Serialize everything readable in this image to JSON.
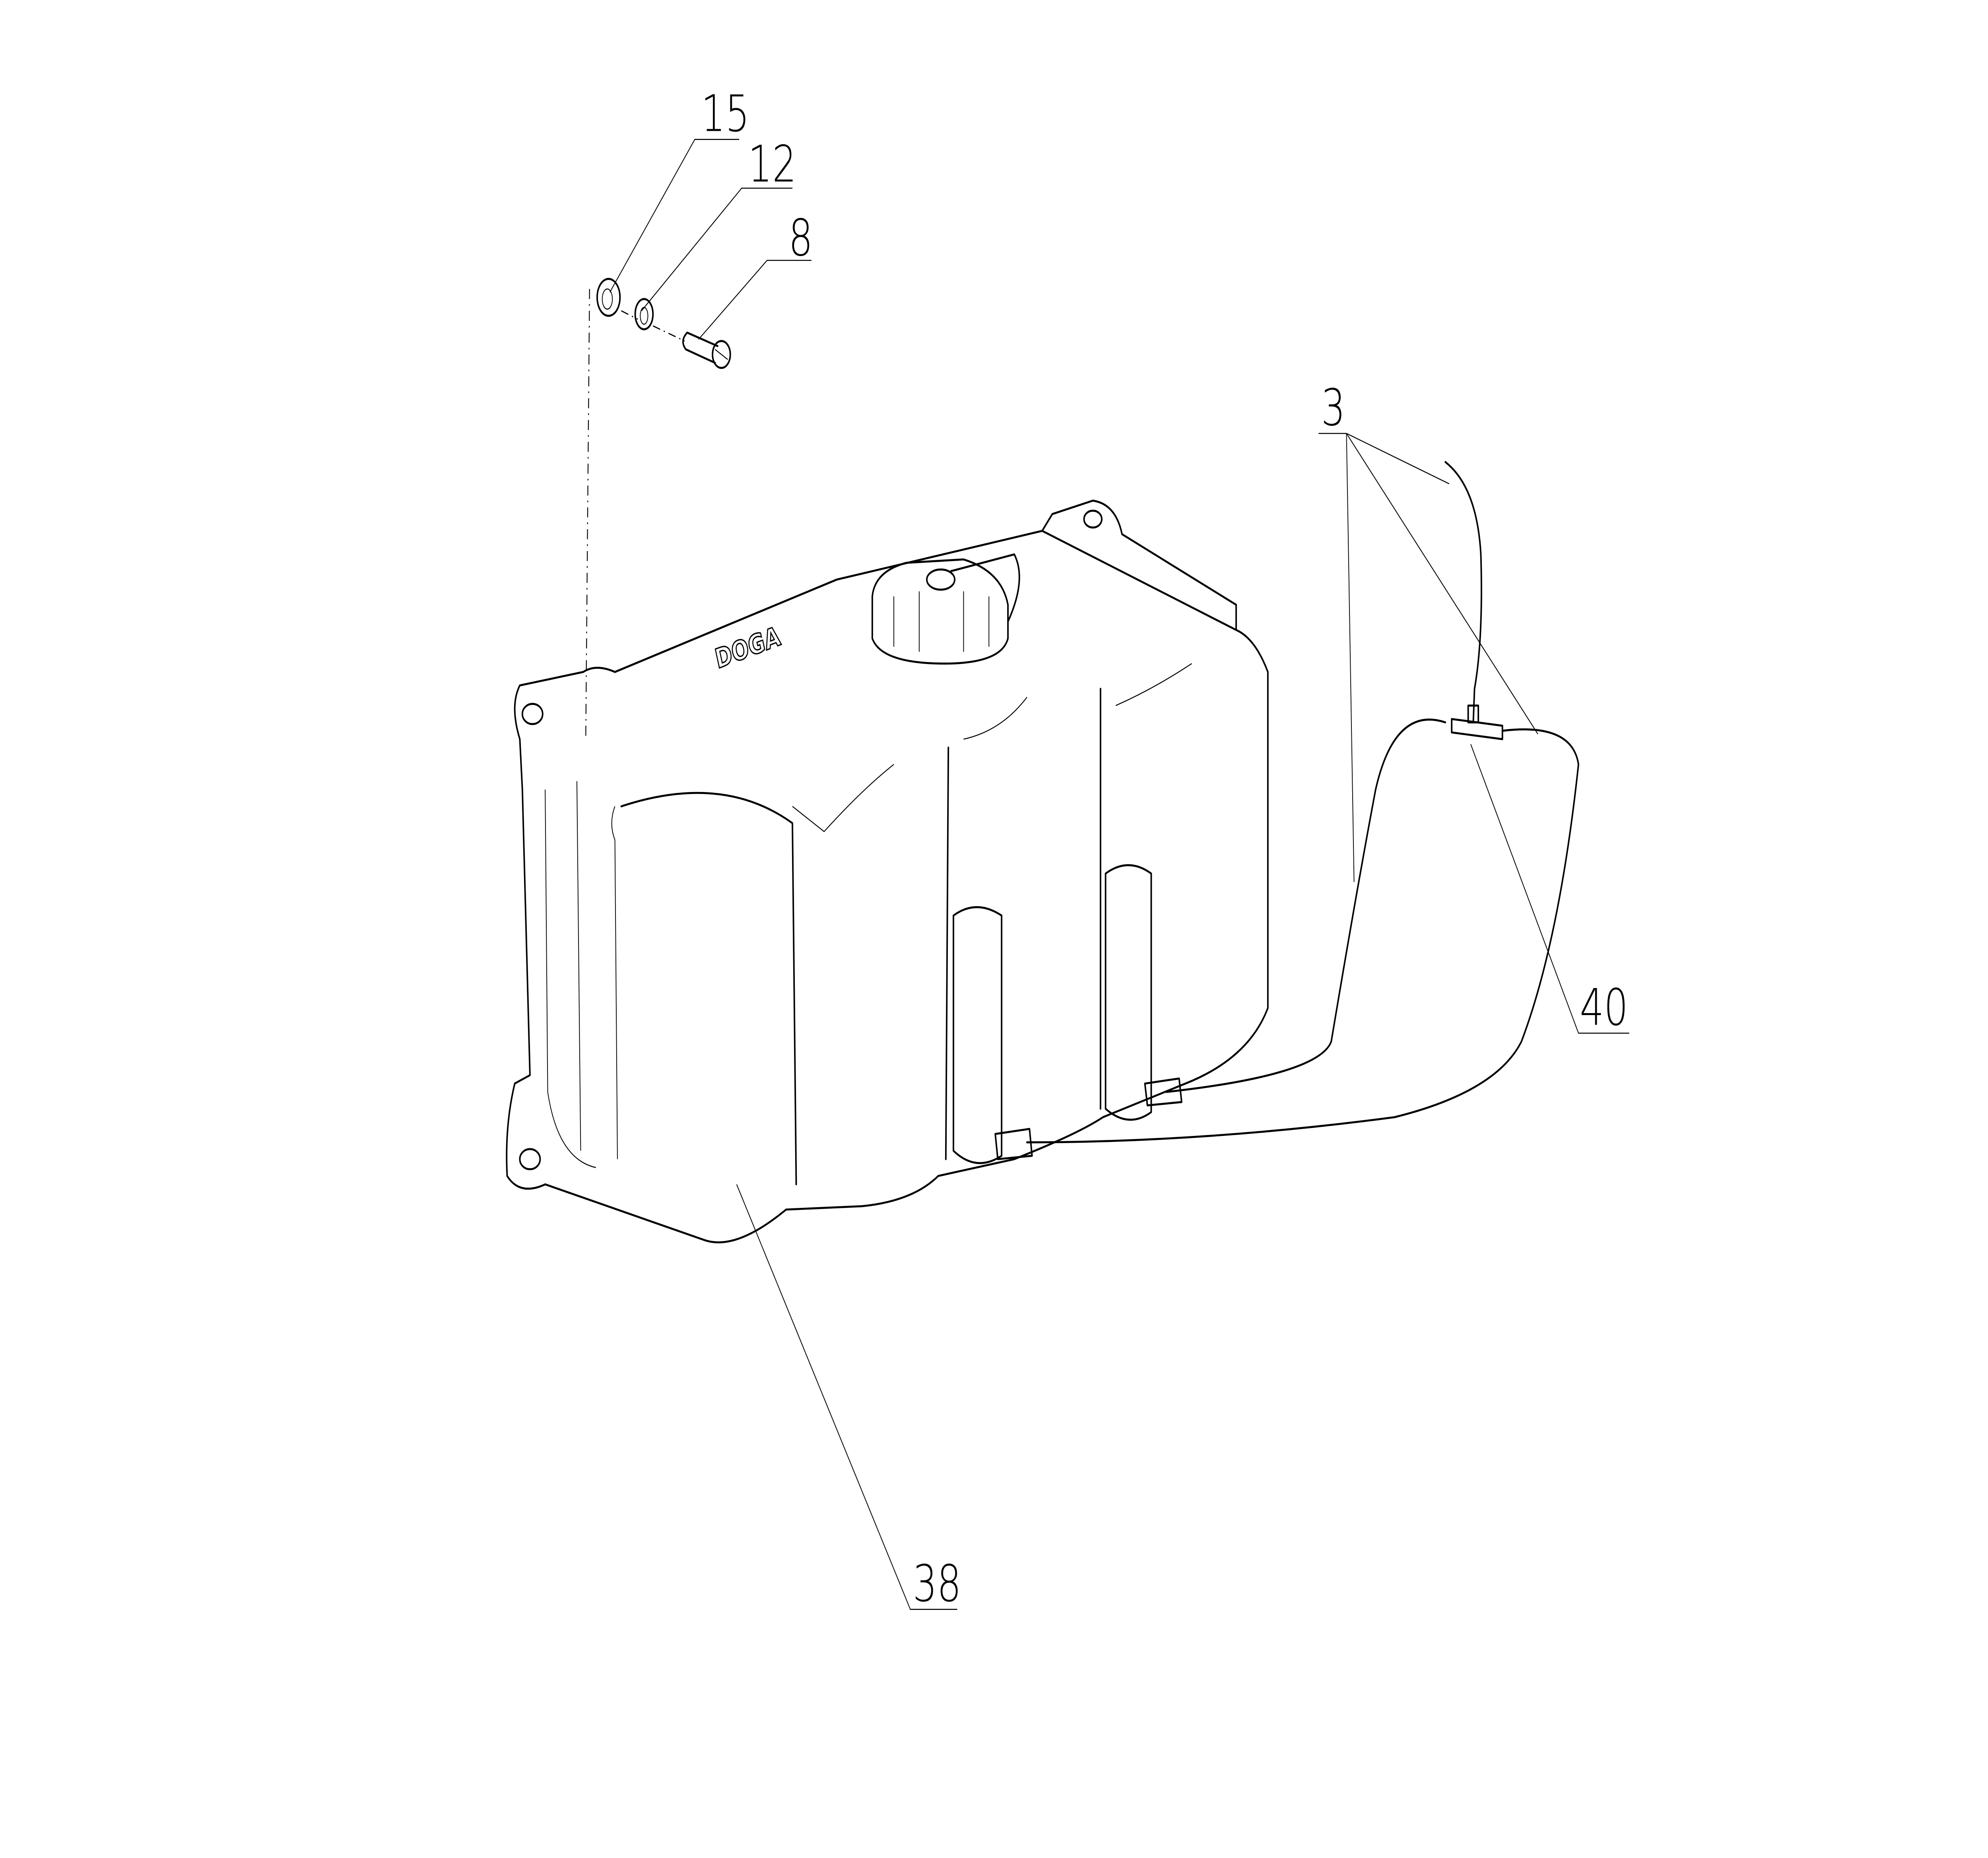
{
  "drawing": {
    "brand_logo": "DOGA",
    "callouts": [
      {
        "id": "15",
        "label": "15",
        "part": "washer"
      },
      {
        "id": "12",
        "label": "12",
        "part": "lock-washer"
      },
      {
        "id": "8",
        "label": "8",
        "part": "screw"
      },
      {
        "id": "3",
        "label": "3",
        "part": "hose"
      },
      {
        "id": "40",
        "label": "40",
        "part": "t-connector"
      },
      {
        "id": "38",
        "label": "38",
        "part": "reservoir-tank"
      }
    ]
  }
}
